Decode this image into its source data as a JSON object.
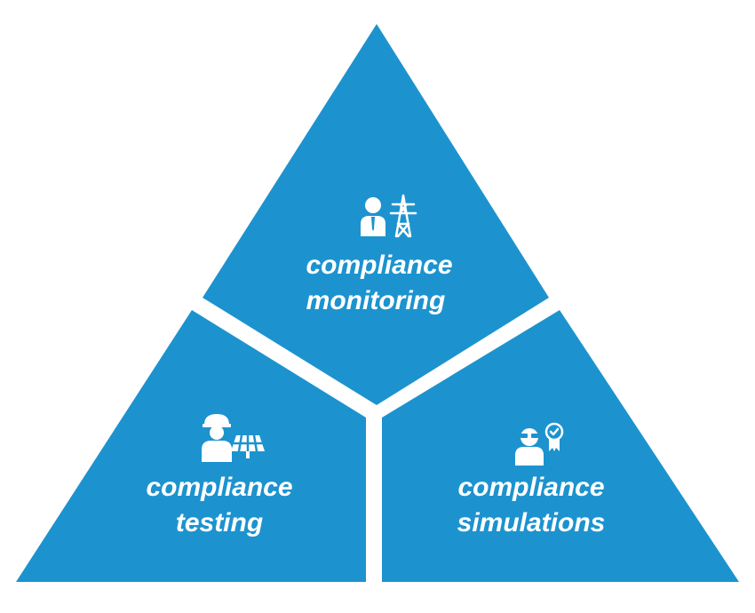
{
  "segments": {
    "monitoring": {
      "line1": "compliance",
      "line2": "monitoring",
      "icon": "engineer-with-power-pylon-icon"
    },
    "testing": {
      "line1": "compliance",
      "line2": "testing",
      "icon": "worker-with-solar-panel-icon"
    },
    "simulations": {
      "line1": "compliance",
      "line2": "simulations",
      "icon": "person-with-certificate-badge-icon"
    }
  },
  "colors": {
    "segment_fill": "#1c93cf",
    "text": "#ffffff",
    "background": "#ffffff"
  }
}
